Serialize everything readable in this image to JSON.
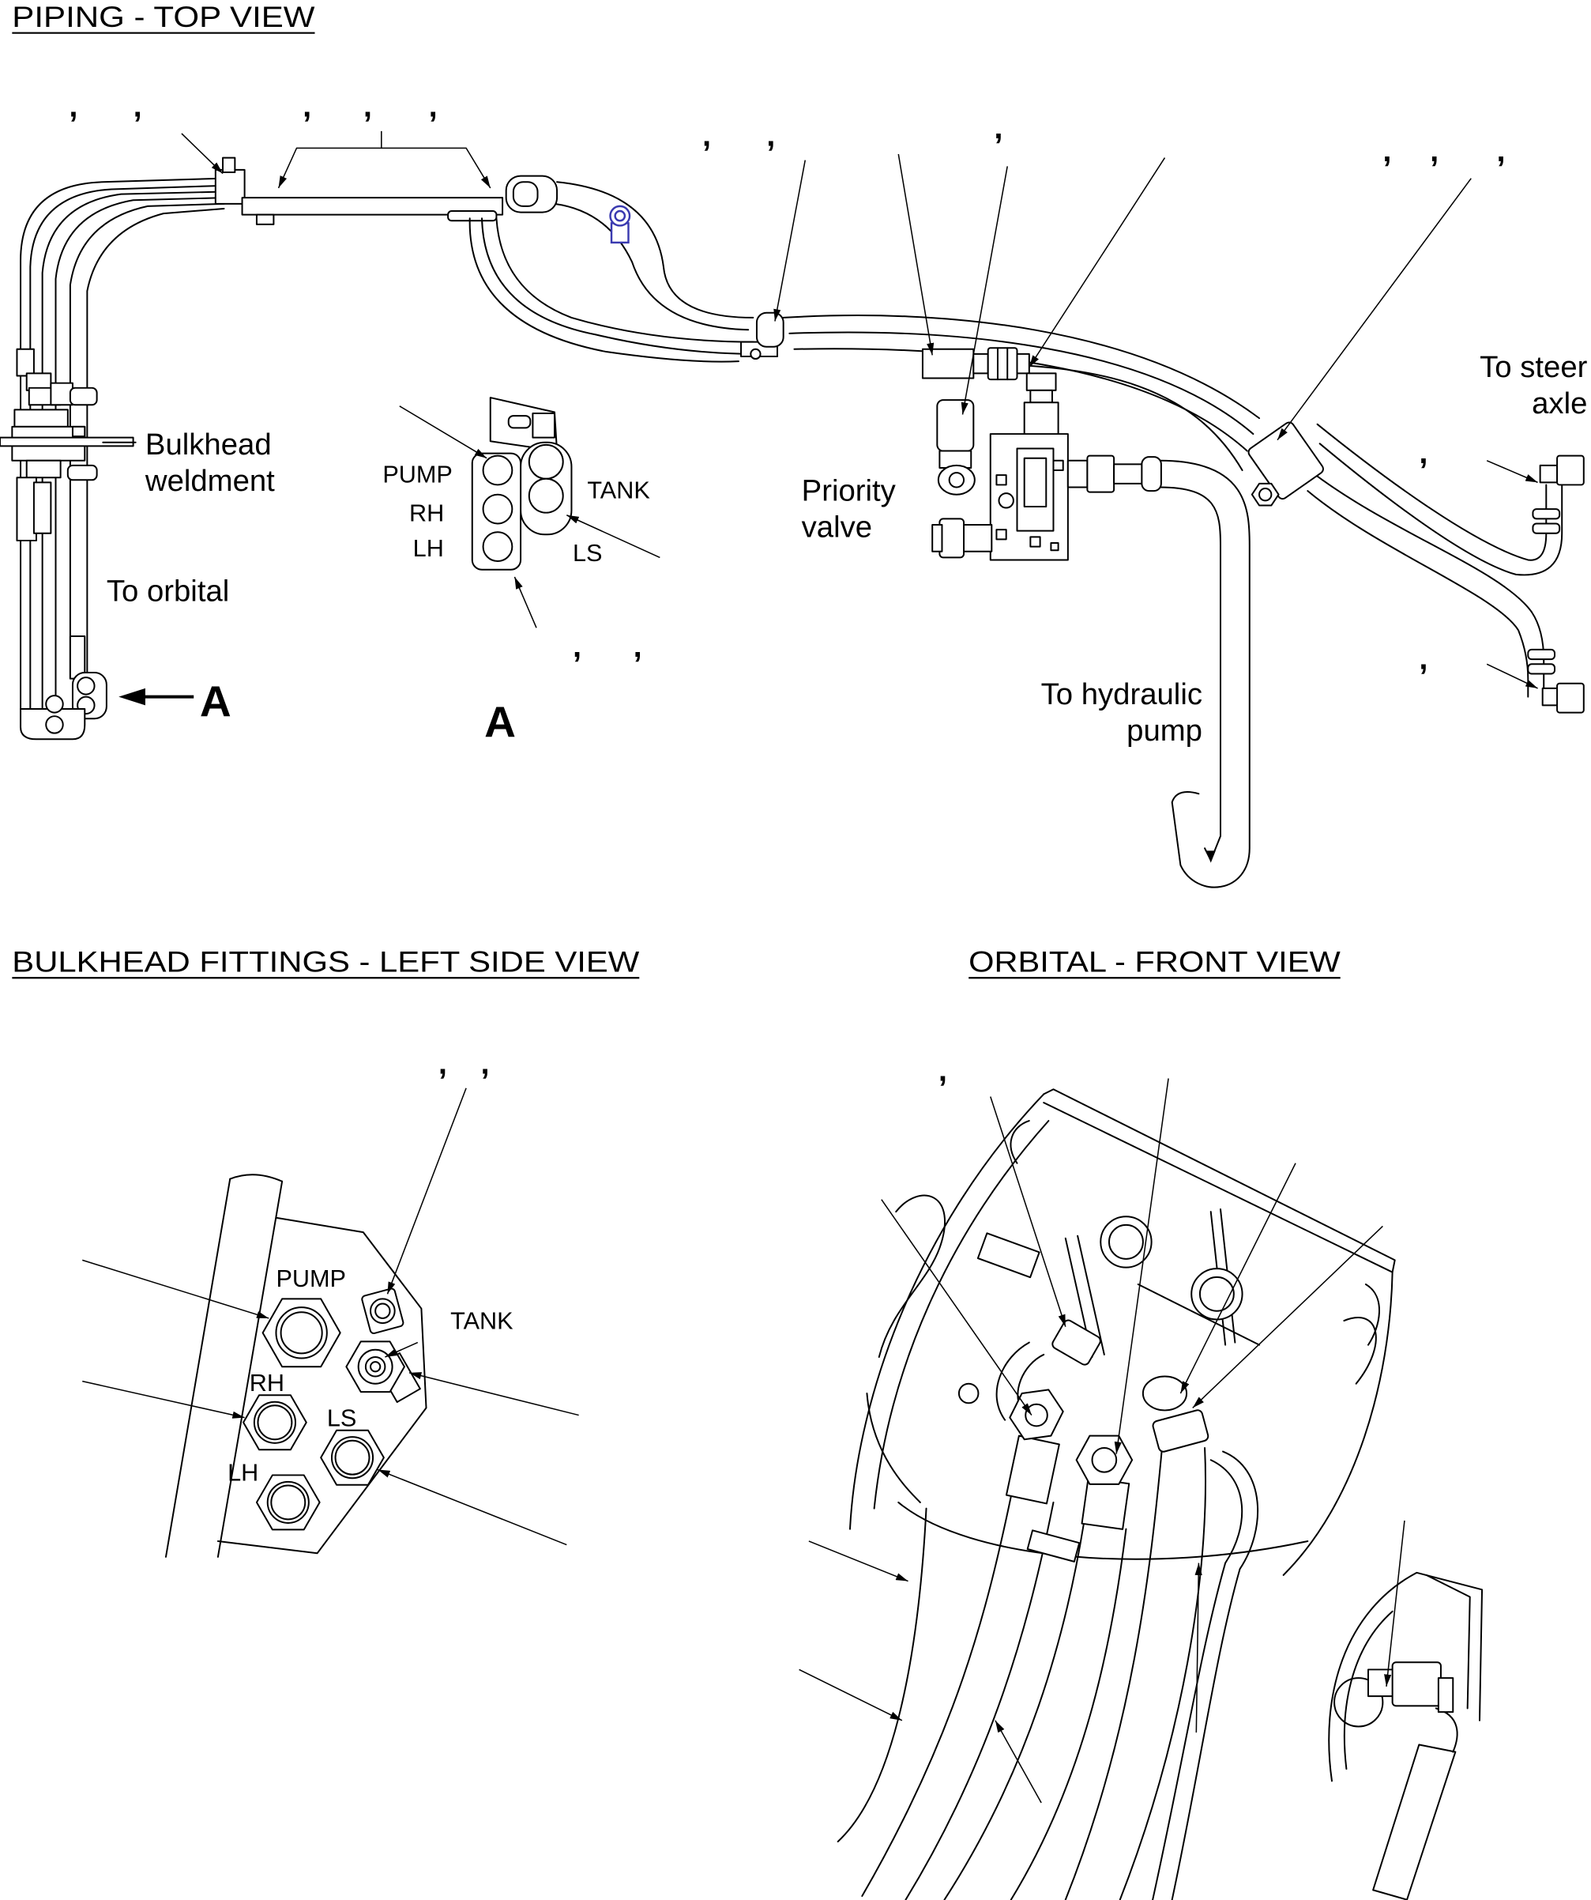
{
  "colors": {
    "line": "#000000",
    "background": "#ffffff",
    "highlight_fitting": "#3a3ab0"
  },
  "top_view": {
    "title": "PIPING - TOP VIEW",
    "bulkhead_label": [
      "Bulkhead",
      "weldment"
    ],
    "to_orbital": "To orbital",
    "view_marker": "A",
    "priority_valve_label": [
      "Priority",
      "valve"
    ],
    "to_steer_axle_label": [
      "To steer",
      "axle"
    ],
    "to_hydraulic_pump_label": [
      "To hydraulic",
      "pump"
    ],
    "detail_a": {
      "title": "A",
      "ports": {
        "pump": "PUMP",
        "rh": "RH",
        "lh": "LH",
        "tank": "TANK",
        "ls": "LS"
      }
    },
    "callout_marks": [
      ",",
      ",",
      ",",
      ",",
      ",",
      ",",
      ",",
      ",",
      ",",
      ",",
      ",",
      ",",
      ",",
      ",",
      ","
    ]
  },
  "bulkhead_view": {
    "title": "BULKHEAD FITTINGS - LEFT SIDE VIEW",
    "ports": {
      "pump": "PUMP",
      "tank": "TANK",
      "rh": "RH",
      "ls": "LS",
      "lh": "LH"
    },
    "callout_marks": [
      ",",
      ","
    ]
  },
  "orbital_view": {
    "title": "ORBITAL - FRONT VIEW",
    "callout_marks": [
      ","
    ]
  }
}
